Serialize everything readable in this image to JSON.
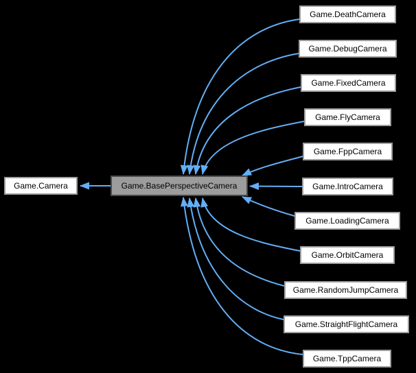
{
  "diagram": {
    "kind": "class-inheritance-graph",
    "base_node": {
      "label": "Game.Camera"
    },
    "current_node": {
      "label": "Game.BasePerspectiveCamera"
    },
    "derived_nodes": [
      {
        "label": "Game.DeathCamera"
      },
      {
        "label": "Game.DebugCamera"
      },
      {
        "label": "Game.FixedCamera"
      },
      {
        "label": "Game.FlyCamera"
      },
      {
        "label": "Game.FppCamera"
      },
      {
        "label": "Game.IntroCamera"
      },
      {
        "label": "Game.LoadingCamera"
      },
      {
        "label": "Game.OrbitCamera"
      },
      {
        "label": "Game.RandomJumpCamera"
      },
      {
        "label": "Game.StraightFlightCamera"
      },
      {
        "label": "Game.TppCamera"
      }
    ]
  },
  "colors": {
    "background": "#000000",
    "edge": "#63aff6",
    "node_fill": "#ffffff",
    "node_border": "#9e9e9e",
    "current_node_fill": "#9c9c9c",
    "current_node_border": "#4b4b4b",
    "text": "#000000"
  }
}
